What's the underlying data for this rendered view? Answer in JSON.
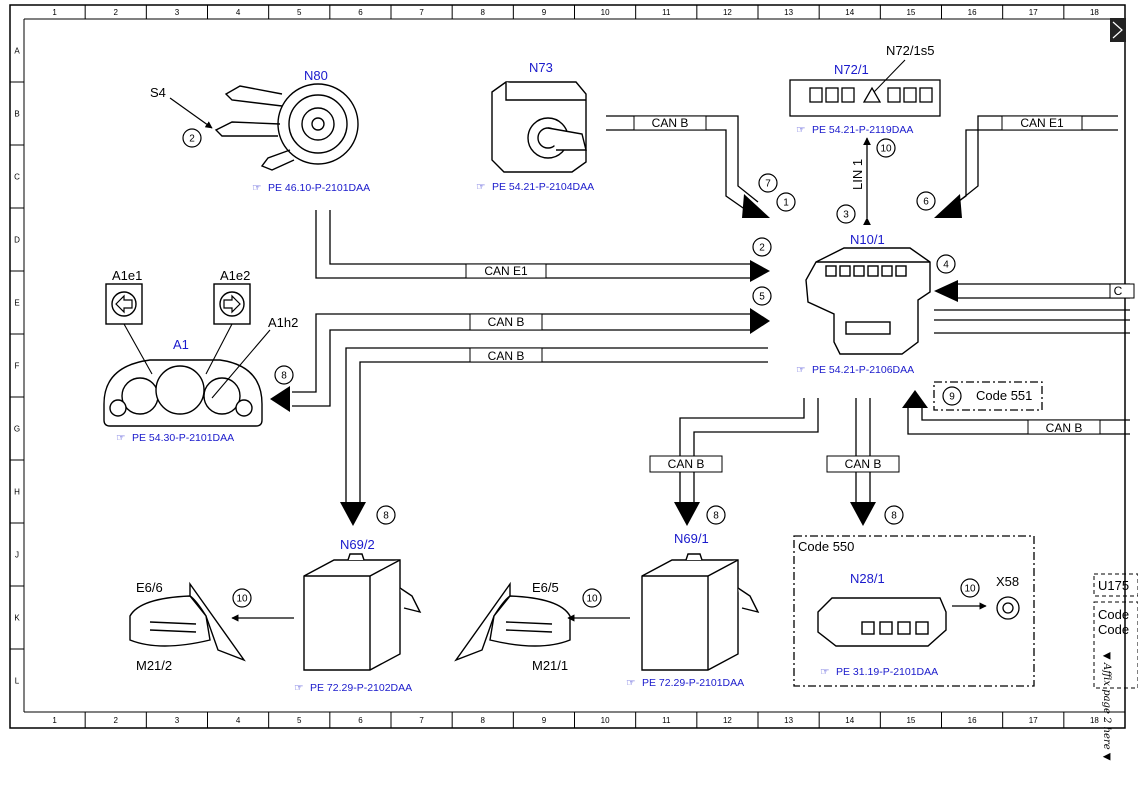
{
  "grid": {
    "columns": [
      "1",
      "2",
      "3",
      "4",
      "5",
      "6",
      "7",
      "8",
      "9",
      "10",
      "11",
      "12",
      "13",
      "14",
      "15",
      "16",
      "17",
      "18"
    ],
    "rows": [
      "A",
      "B",
      "C",
      "D",
      "E",
      "F",
      "G",
      "H",
      "J",
      "K",
      "L"
    ]
  },
  "components": {
    "n80": {
      "name": "N80",
      "ref": "PE 46.10-P-2101DAA"
    },
    "s4": {
      "name": "S4"
    },
    "n73": {
      "name": "N73",
      "ref": "PE 54.21-P-2104DAA"
    },
    "n72_1": {
      "name": "N72/1",
      "ref": "PE 54.21-P-2119DAA"
    },
    "n72_1s5": {
      "name": "N72/1s5"
    },
    "n10_1": {
      "name": "N10/1",
      "ref": "PE 54.21-P-2106DAA"
    },
    "a1": {
      "name": "A1",
      "ref": "PE 54.30-P-2101DAA"
    },
    "a1e1": {
      "name": "A1e1"
    },
    "a1e2": {
      "name": "A1e2"
    },
    "a1h2": {
      "name": "A1h2"
    },
    "n69_2": {
      "name": "N69/2",
      "ref": "PE 72.29-P-2102DAA"
    },
    "n69_1": {
      "name": "N69/1",
      "ref": "PE 72.29-P-2101DAA"
    },
    "n28_1": {
      "name": "N28/1",
      "ref": "PE 31.19-P-2101DAA"
    },
    "x58": {
      "name": "X58"
    },
    "e6_6": {
      "name": "E6/6"
    },
    "e6_5": {
      "name": "E6/5"
    },
    "m21_2": {
      "name": "M21/2"
    },
    "m21_1": {
      "name": "M21/1"
    }
  },
  "buses": {
    "can_b": "CAN B",
    "can_e1": "CAN E1",
    "lin1": "LIN 1",
    "can_c_partial": "C"
  },
  "codes": {
    "code551": "Code 551",
    "code550": "Code 550",
    "u175_partial": "U175",
    "code_partial": "Code"
  },
  "steps": {
    "s1": "1",
    "s2": "2",
    "s3": "3",
    "s4": "4",
    "s5": "5",
    "s6": "6",
    "s7": "7",
    "s8": "8",
    "s9": "9",
    "s10": "10"
  },
  "side_note": "▼ Affix page 2 here ▼"
}
